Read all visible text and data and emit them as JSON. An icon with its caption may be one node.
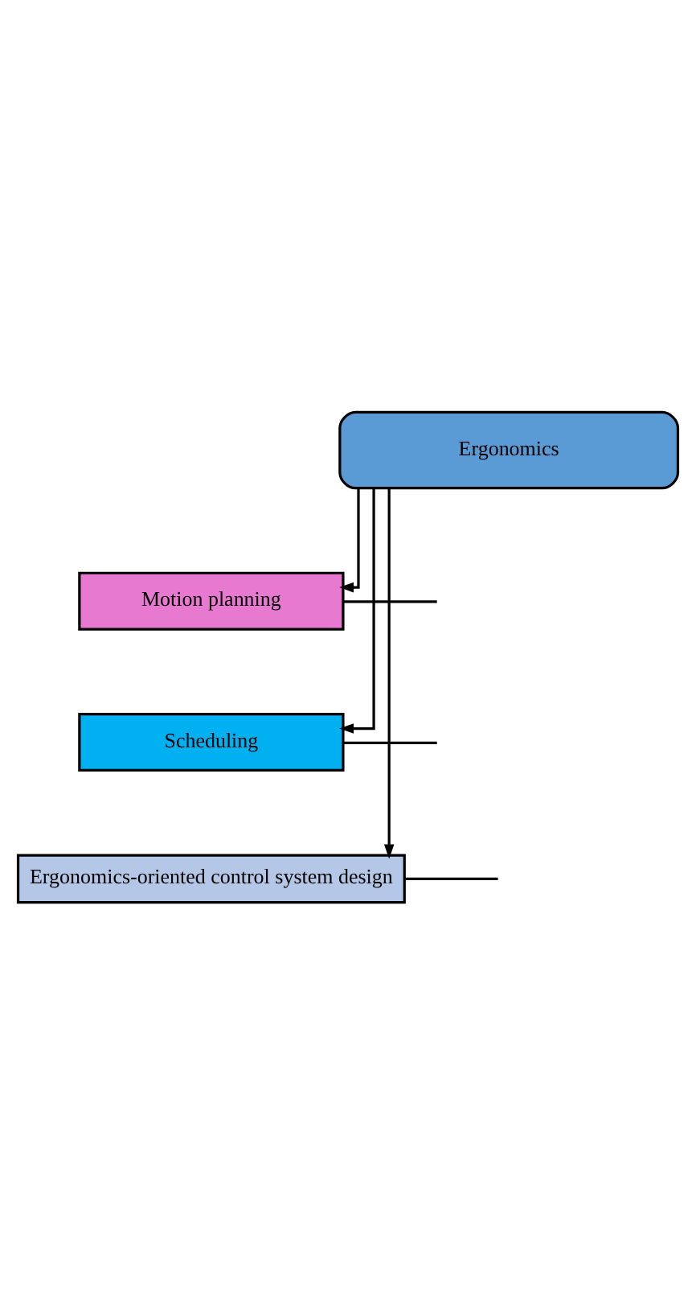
{
  "diagram": {
    "nodes": [
      {
        "text": [
          "Ergonomics"
        ]
      },
      {
        "text": [
          "Motion planning"
        ]
      },
      {
        "text": [
          "Scheduling"
        ]
      },
      {
        "text": [
          "Ergonomics-oriented control system design"
        ]
      }
    ],
    "edges": [
      {
        "from": 0,
        "to": 1,
        "arrow": "to"
      },
      {
        "from": 0,
        "to": 2,
        "arrow": "to"
      },
      {
        "from": 0,
        "to": 3,
        "arrow": "to"
      },
      {
        "from": 1,
        "to": null,
        "arrow": "none"
      },
      {
        "from": 2,
        "to": null,
        "arrow": "none"
      },
      {
        "from": 3,
        "to": null,
        "arrow": "none"
      }
    ]
  }
}
